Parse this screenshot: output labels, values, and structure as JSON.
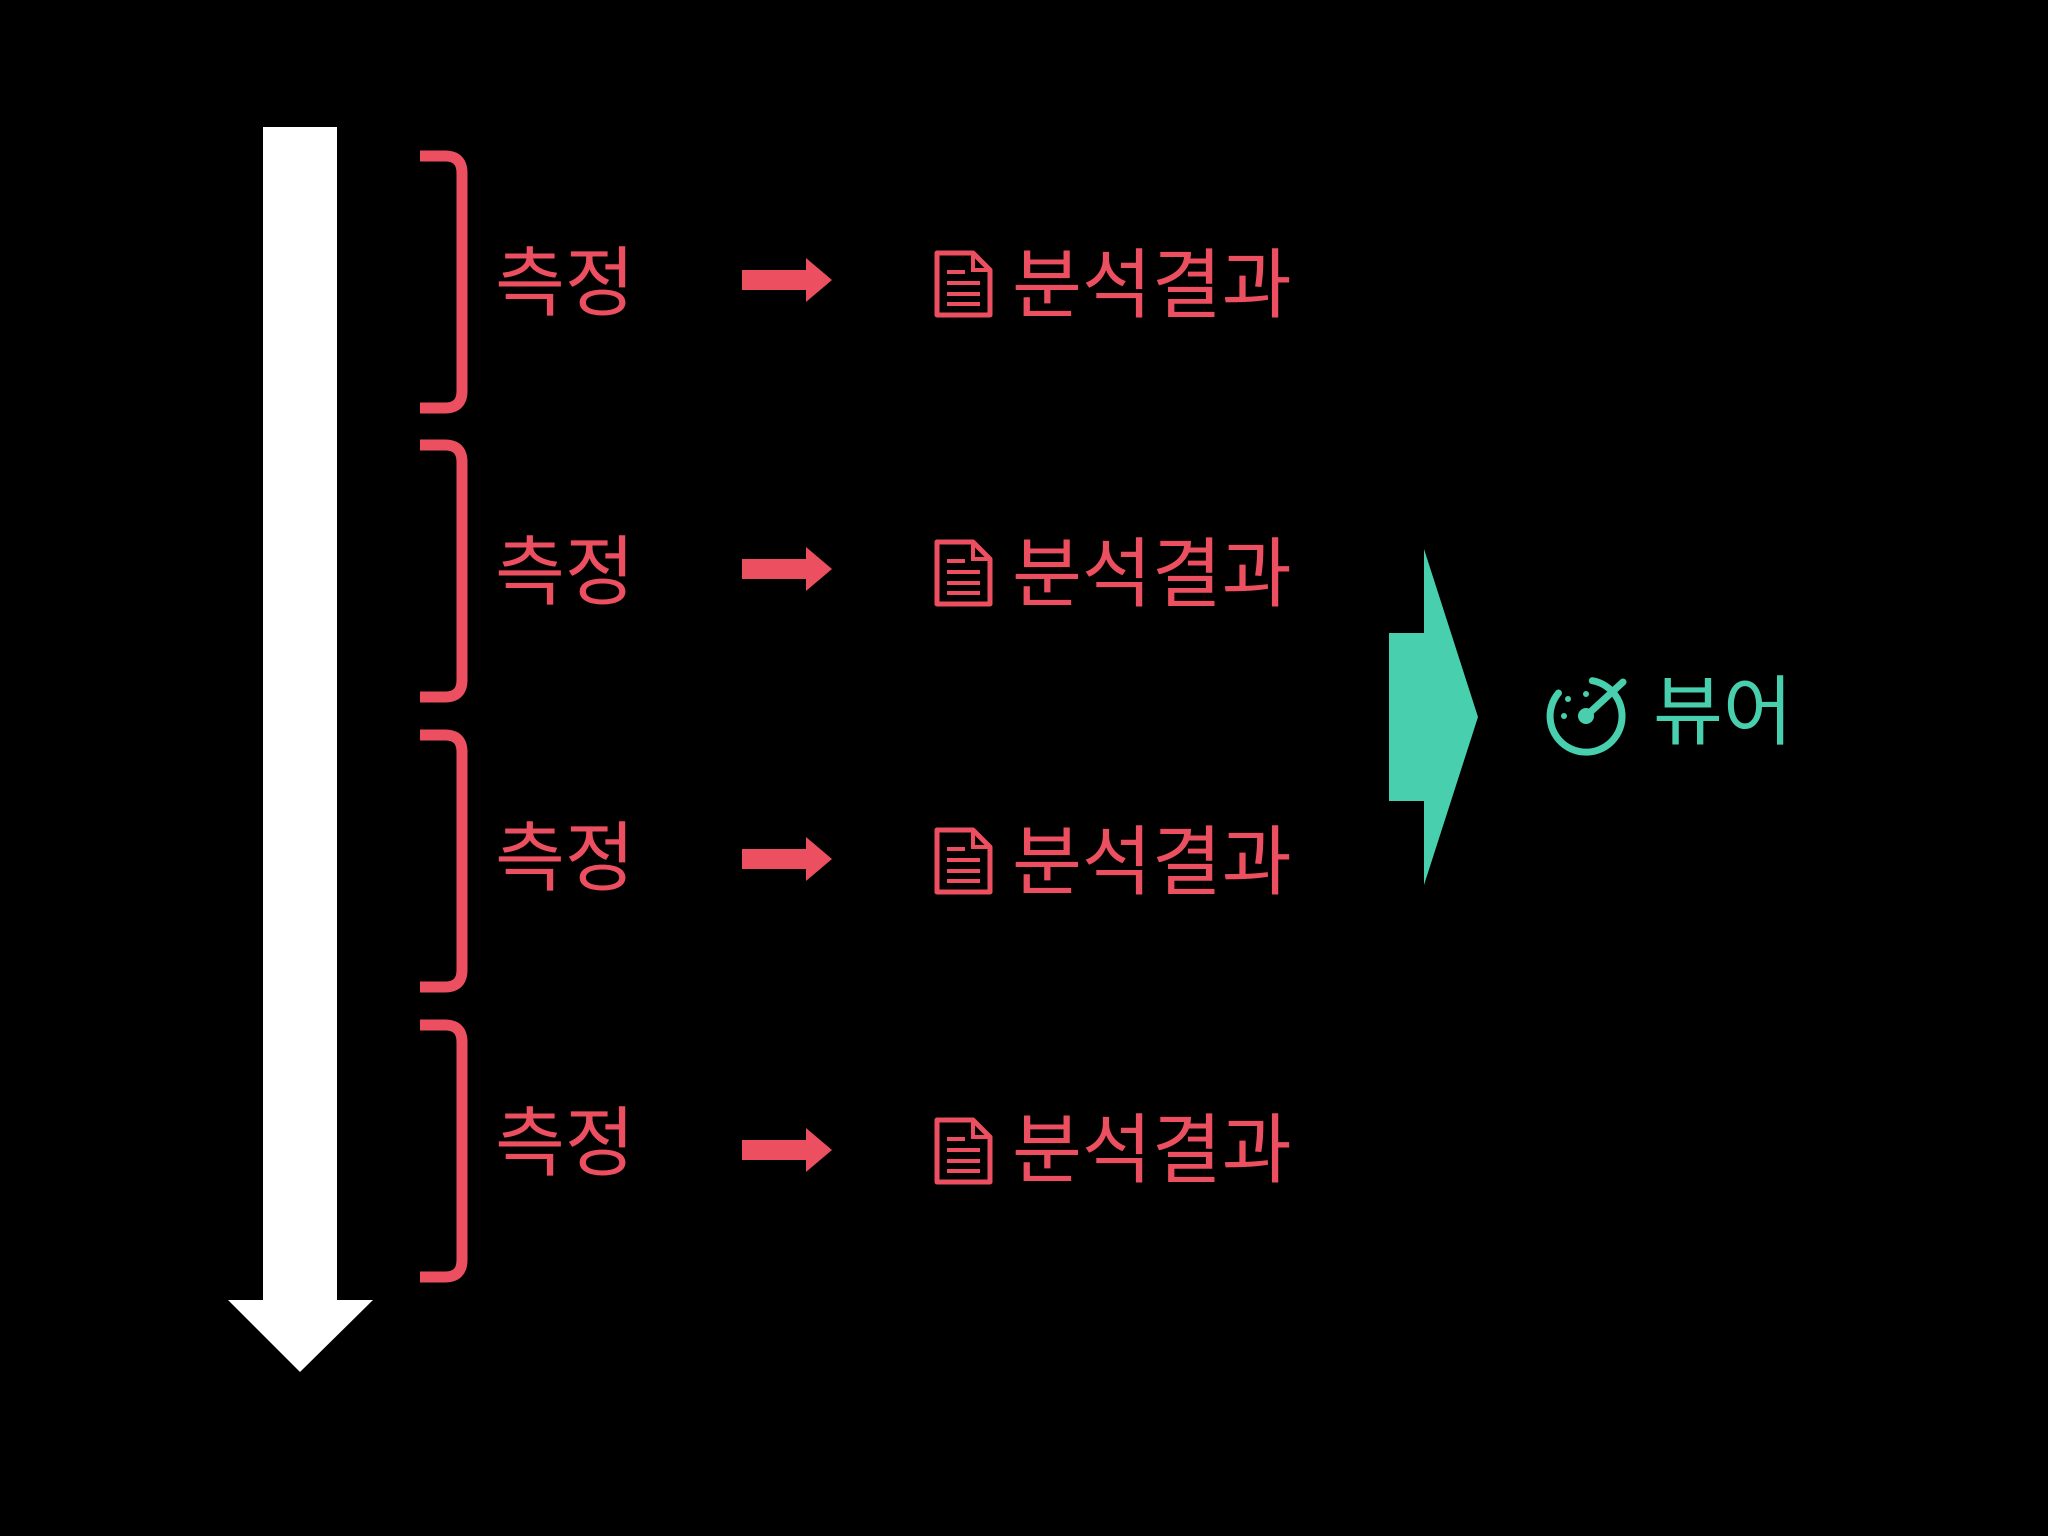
{
  "colors": {
    "background": "#000000",
    "timeline": "#ffffff",
    "accent": "#ec4f5f",
    "viewer": "#48cfad"
  },
  "timeline": {
    "icon": "arrow-down"
  },
  "rows": [
    {
      "measure_label": "측정",
      "arrow_icon": "arrow-right",
      "doc_icon": "document-icon",
      "result_label": "분석결과"
    },
    {
      "measure_label": "측정",
      "arrow_icon": "arrow-right",
      "doc_icon": "document-icon",
      "result_label": "분석결과"
    },
    {
      "measure_label": "측정",
      "arrow_icon": "arrow-right",
      "doc_icon": "document-icon",
      "result_label": "분석결과"
    },
    {
      "measure_label": "측정",
      "arrow_icon": "arrow-right",
      "doc_icon": "document-icon",
      "result_label": "분석결과"
    }
  ],
  "viewer": {
    "icon": "speedometer-icon",
    "label": "뷰어"
  }
}
